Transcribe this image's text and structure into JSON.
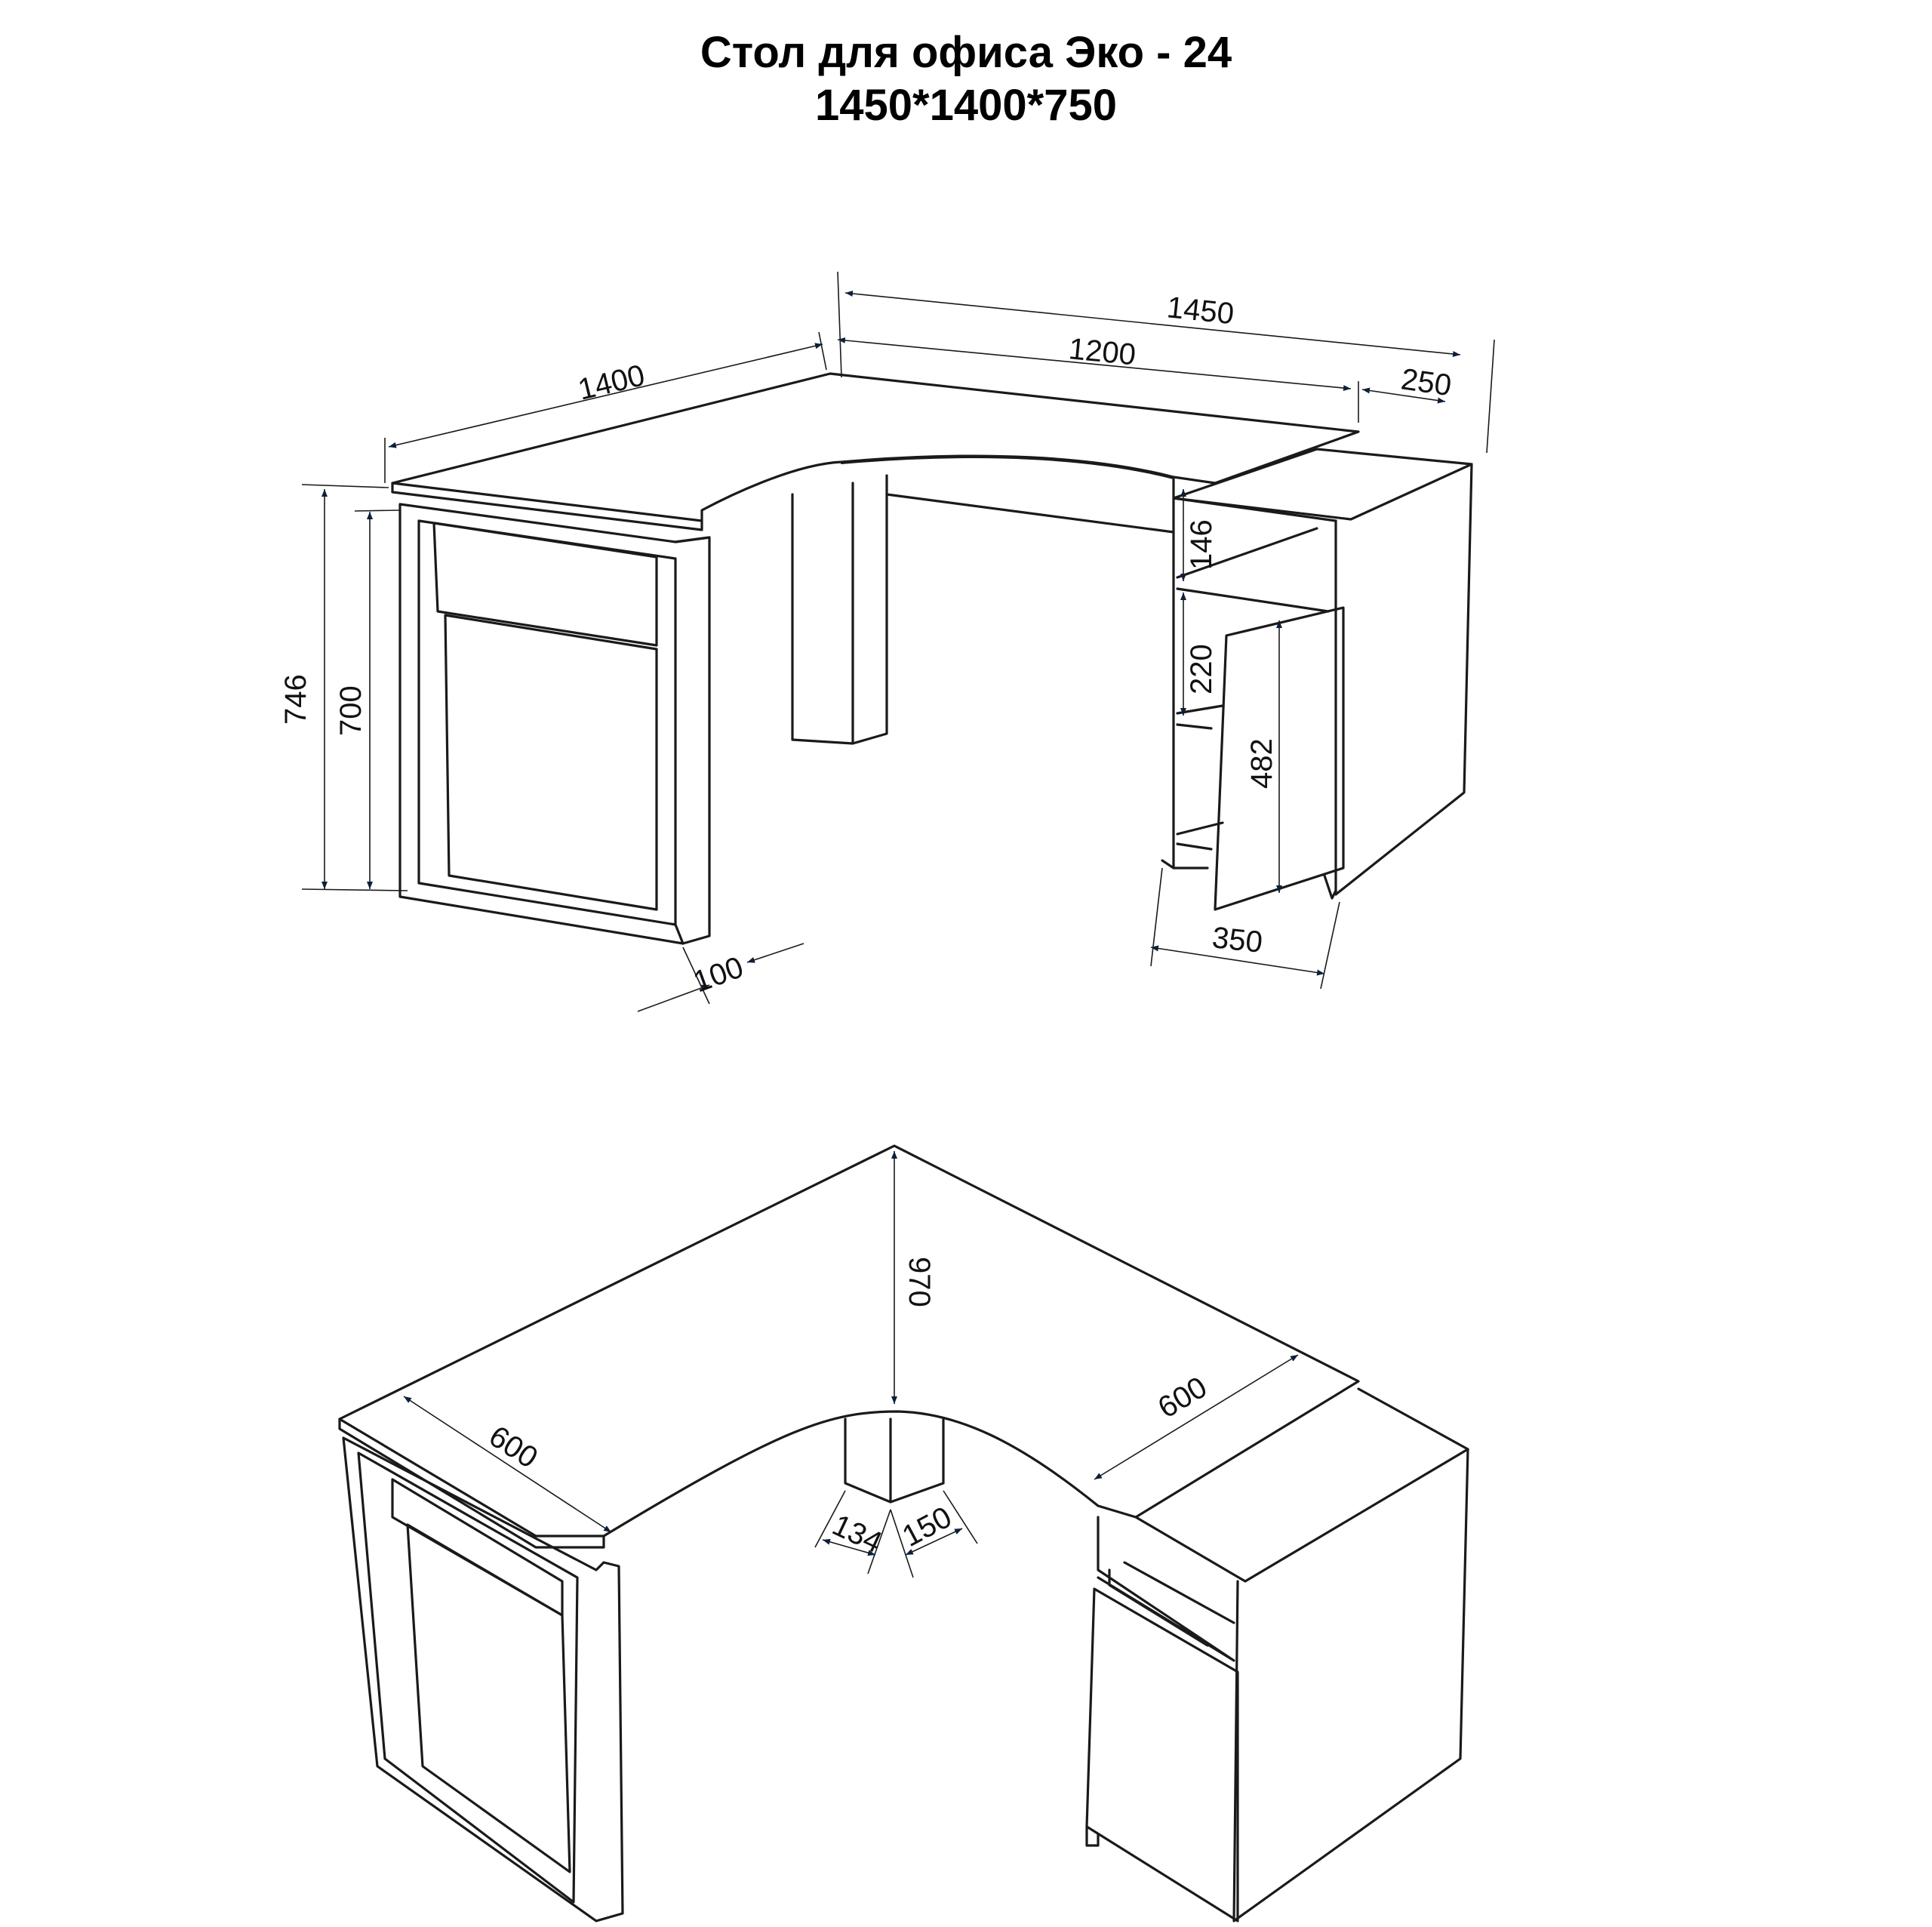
{
  "title": {
    "line1": "Стол для офиса Эко - 24",
    "line2": "1450*1400*750"
  },
  "colors": {
    "line": "#1a1a1a",
    "arrow": "#0d1f3c",
    "background": "#ffffff"
  },
  "top_view": {
    "dims": {
      "w1450": "1450",
      "w1200": "1200",
      "w250": "250",
      "w1400": "1400",
      "h746": "746",
      "h700": "700",
      "h146": "146",
      "h220": "220",
      "h482": "482",
      "w350": "350",
      "w100": "100"
    }
  },
  "bottom_view": {
    "dims": {
      "d970": "970",
      "d600_left": "600",
      "d600_right": "600",
      "d134": "134",
      "d150": "150"
    }
  }
}
